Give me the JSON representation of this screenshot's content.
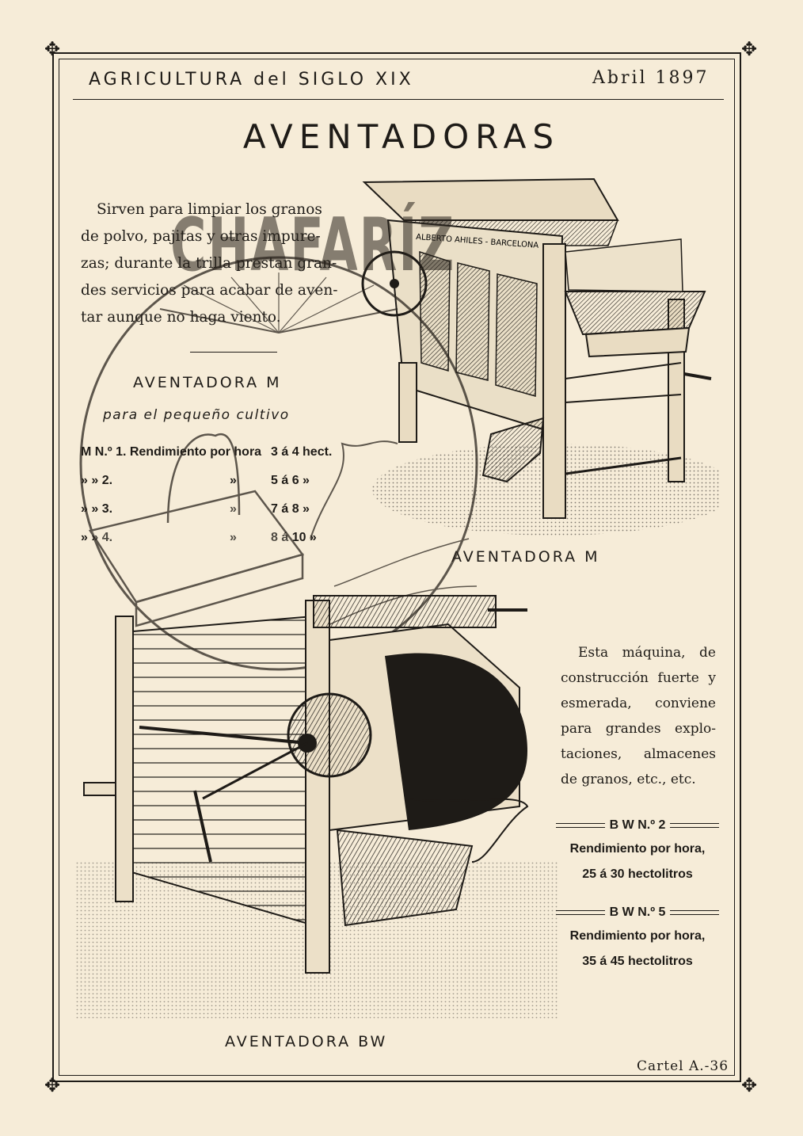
{
  "header": {
    "left": "AGRICULTURA del SIGLO XIX",
    "right": "Abril 1897"
  },
  "title": "AVENTADORAS",
  "intro_lines": [
    "Sirven para limpiar los granos",
    "de polvo, pajitas y otras impure-",
    "zas; durante la trilla prestan gran-",
    "des servicios para acabar de aven-",
    "tar aunque no haga viento."
  ],
  "stamp": {
    "text": "CHAFARÍZ"
  },
  "section_m": {
    "title": "AVENTADORA M",
    "subtitle": "para el pequeño cultivo",
    "rows": [
      {
        "model": "M N.º 1. Rendimiento por hora",
        "sep": "",
        "range": "3 á 4 hect."
      },
      {
        "model": "»   »  2.",
        "sep": "»",
        "range": "5 á 6  »"
      },
      {
        "model": "»   »  3.",
        "sep": "»",
        "range": "7 á 8  »"
      },
      {
        "model": "»   »  4.",
        "sep": "»",
        "range": "8 á 10  »"
      }
    ]
  },
  "figure_m": {
    "maker_label": "ALBERTO AHILES - BARCELONA",
    "caption": "AVENTADORA M"
  },
  "figure_bw": {
    "caption": "AVENTADORA BW"
  },
  "description_lines": [
    "Esta máquina, de",
    "construcción fuerte y",
    "esmerada, conviene",
    "para grandes explo-",
    "taciones, almacenes",
    "de granos, etc., etc."
  ],
  "models_bw": [
    {
      "name": "B W N.º 2",
      "line1": "Rendimiento por hora,",
      "line2": "25 á 30 hectolitros"
    },
    {
      "name": "B W N.º 5",
      "line1": "Rendimiento por hora,",
      "line2": "35 á 45 hectolitros"
    }
  ],
  "footer": "Cartel A.-36",
  "colors": {
    "paper": "#f6ecd8",
    "ink": "#1e1b17"
  }
}
